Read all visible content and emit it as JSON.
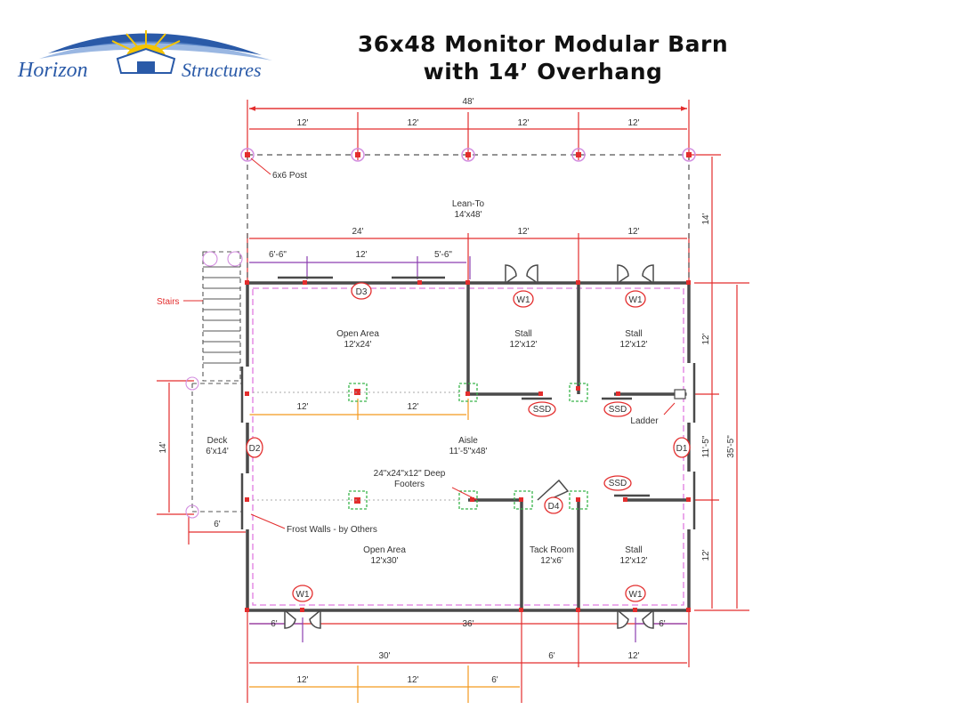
{
  "logo": {
    "word1": "Horizon",
    "word2": "Structures"
  },
  "title": {
    "line1": "36x48 Monitor Modular Barn",
    "line2": "with 14’ Overhang"
  },
  "colors": {
    "dim_red": "#e32d2d",
    "dim_orange": "#f39a1f",
    "dim_purple": "#8c3fb0",
    "wall": "#4a4a4a",
    "outline_pink": "#e07ae0",
    "footer_green": "#39b54a",
    "logo_blue": "#2a5aa8",
    "logo_sun": "#f5c400"
  },
  "dims": {
    "top_overall": "48'",
    "top_bays": [
      "12'",
      "12'",
      "12'",
      "12'"
    ],
    "row2": [
      "24'",
      "12'",
      "12'"
    ],
    "purple_top": [
      "6'-6\"",
      "12'",
      "5'-6\""
    ],
    "right_14": "14'",
    "right_12a": "12'",
    "right_aisle": "11'-5\"",
    "right_12b": "12'",
    "right_overall": "35'-5\"",
    "orange_top": [
      "12'",
      "12'"
    ],
    "deck_14": "14'",
    "deck_6": "6'",
    "bottom_36": "36'",
    "bottom_6a": "6'",
    "bottom_6b": "6'",
    "bottom_row": [
      "30'",
      "6'",
      "12'"
    ],
    "bottom_orange": [
      "12'",
      "12'",
      "6'"
    ]
  },
  "labels": {
    "post": "6x6 Post",
    "leanto": "Lean-To",
    "leanto_size": "14'x48'",
    "stairs": "Stairs",
    "open_area1": "Open Area",
    "open_area1_size": "12'x24'",
    "stall1": "Stall",
    "stall1_size": "12'x12'",
    "stall2": "Stall",
    "stall2_size": "12'x12'",
    "deck": "Deck",
    "deck_size": "6'x14'",
    "aisle": "Aisle",
    "aisle_size": "11'-5\"x48'",
    "footers": "24\"x24\"x12\" Deep",
    "footers2": "Footers",
    "ladder": "Ladder",
    "frost": "Frost Walls - by Others",
    "open_area2": "Open Area",
    "open_area2_size": "12'x30'",
    "tack": "Tack Room",
    "tack_size": "12'x6'",
    "stall3": "Stall",
    "stall3_size": "12'x12'"
  },
  "tags": {
    "d3": "D3",
    "d2": "D2",
    "d1": "D1",
    "d4": "D4",
    "w1": "W1",
    "ssd": "SSD"
  }
}
